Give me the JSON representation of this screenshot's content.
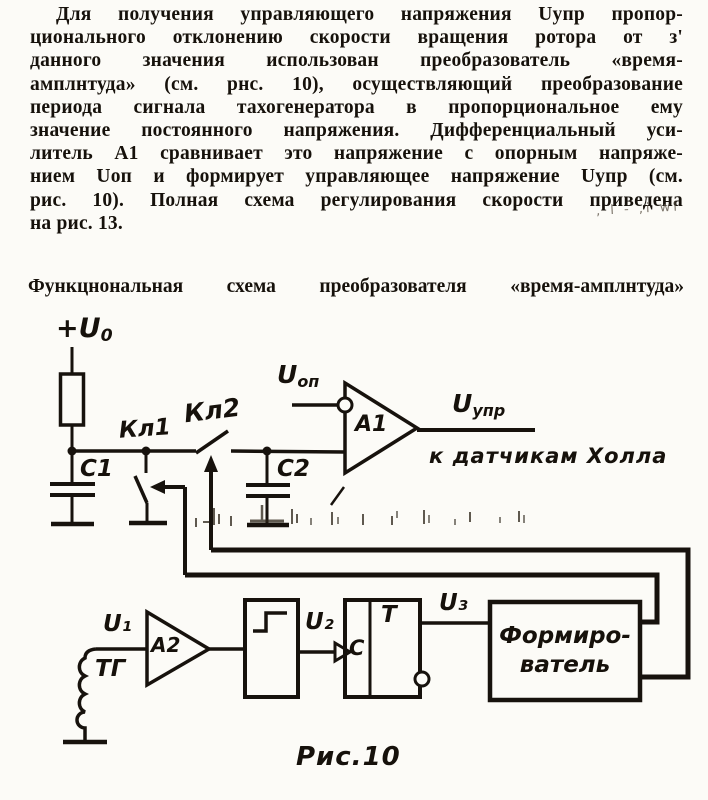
{
  "page": {
    "paper_color": "#fcfbf7",
    "ink_color": "#16110b"
  },
  "paragraph": {
    "lines": [
      "Для получения управляющего напряжения Uупр пропор-",
      "ционального отклонению скорости вращения ротора от з'",
      "данного значения использован преобразователь «время-",
      "амплнтуда» (см. рнс. 10), осуществляющий преобразование",
      "периода сигнала тахогенератора в пропорциональное ему",
      "значение постоянного напряжения. Дифференциальный уси-",
      "литель А1 сравнивает это напряжение с опорным напряже-",
      "нием Uоп и формирует управляющее напряжение Uупр (см.",
      "рис. 10). Полная схема регулирования скорости приведена",
      "на рис. 13."
    ]
  },
  "annotations": {
    "handwritten_marks": ", l - ,i wl"
  },
  "figure": {
    "caption_top": "Функцнональная схема преобразователя «время-амплнтуда»",
    "caption_bottom": "Рис.10",
    "labels": {
      "u0": {
        "main": "+U",
        "sub": "0"
      },
      "kl1": "Кл1",
      "kl2": "Кл2",
      "c1": "С1",
      "c2": "С2",
      "uop": {
        "main": "U",
        "sub": "оп"
      },
      "a1": "А1",
      "uupr": {
        "main": "U",
        "sub": "упр"
      },
      "hall": "к датчикам Холла",
      "u1": "U₁",
      "tg": "ТГ",
      "a2": "А2",
      "u2": "U₂",
      "c_input": "С",
      "t": "Т",
      "u3": "U₃",
      "former_line1": "Формиро-",
      "former_line2": "ватель"
    }
  }
}
